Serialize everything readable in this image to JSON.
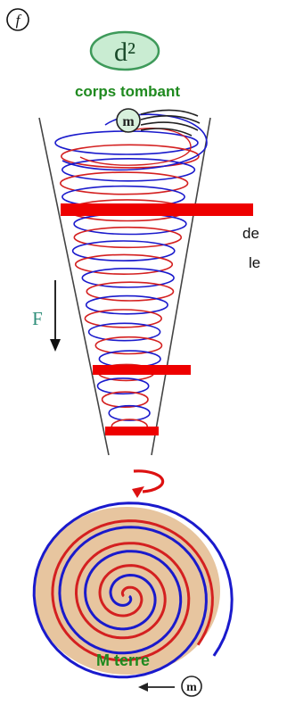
{
  "panel_label": "f",
  "top_label": "d²",
  "falling_body_caption": "corps tombant",
  "mass_symbol": "m",
  "force_symbol": "F",
  "earth_label": "M terre",
  "side_text": [
    "de",
    "le"
  ],
  "colors": {
    "green_text": "#1f8a1f",
    "badge_fill": "#c9ecd2",
    "badge_stroke": "#3e9a5a",
    "cone_line": "#444444",
    "spiral_blue": "#1a1acc",
    "spiral_red": "#d42020",
    "band_red": "#ee0000",
    "earth_fill": "#e7c59f",
    "force_color": "#2f8f7a"
  }
}
